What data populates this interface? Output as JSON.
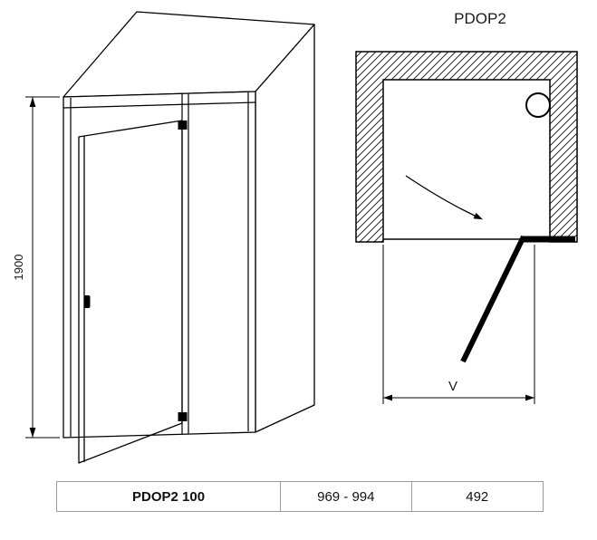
{
  "iso_view": {
    "height_dimension": "1900"
  },
  "plan_view": {
    "title": "PDOP2",
    "width_dimension": "V"
  },
  "table": {
    "model": "PDOP2 100",
    "range": "969 - 994",
    "depth": "492"
  },
  "colors": {
    "line": "#000000",
    "background": "#ffffff",
    "table_border": "#9b9b9b"
  }
}
